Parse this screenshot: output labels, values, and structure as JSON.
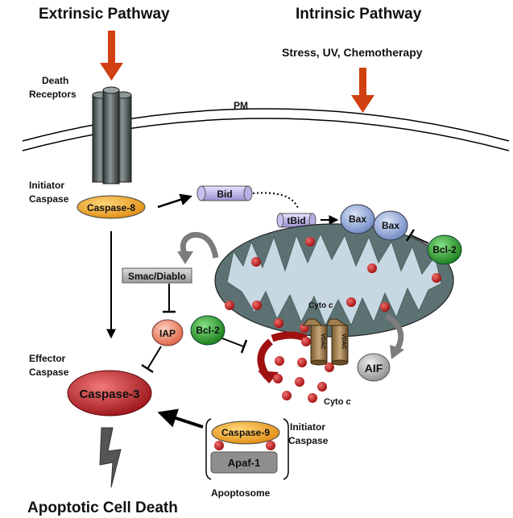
{
  "titles": {
    "extrinsic": "Extrinsic Pathway",
    "intrinsic": "Intrinsic Pathway",
    "outcome": "Apoptotic Cell Death"
  },
  "labels": {
    "stimuli": "Stress, UV, Chemotherapy",
    "death_receptors_1": "Death",
    "death_receptors_2": "Receptors",
    "pm": "PM",
    "initiator_1": "Initiator",
    "initiator_2": "Caspase",
    "effector_1": "Effector",
    "effector_2": "Caspase",
    "initiator9_1": "Initiator",
    "initiator9_2": "Caspase",
    "apoptosome": "Apoptosome",
    "cyto_c_inside": "Cyto",
    "cyto_c_outside": "Cyto",
    "c_italic": "c"
  },
  "nodes": {
    "caspase8": "Caspase-8",
    "bid": "Bid",
    "tbid": "tBid",
    "bax1": "Bax",
    "bax2": "Bax",
    "bcl2_right": "Bcl-2",
    "bcl2_left": "Bcl-2",
    "smac": "Smac/Diablo",
    "iap": "IAP",
    "caspase3": "Caspase-3",
    "caspase9": "Caspase-9",
    "apaf1": "Apaf-1",
    "vdac1": "VDAC",
    "vdac2": "VDAC",
    "aif": "AIF"
  },
  "colors": {
    "arrow_red": "#d04010",
    "caspase8_fill": "#f0a020",
    "bax_fill": "#8fa6d8",
    "bcl2_fill": "#2ea02e",
    "iap_fill": "#ee8870",
    "caspase3_fill": "#c0262c",
    "mito_outer": "#5b7070",
    "mito_inner": "#c8d8e2",
    "cyto_c_dot": "#c01818",
    "vdac_fill": "#9a7848"
  }
}
